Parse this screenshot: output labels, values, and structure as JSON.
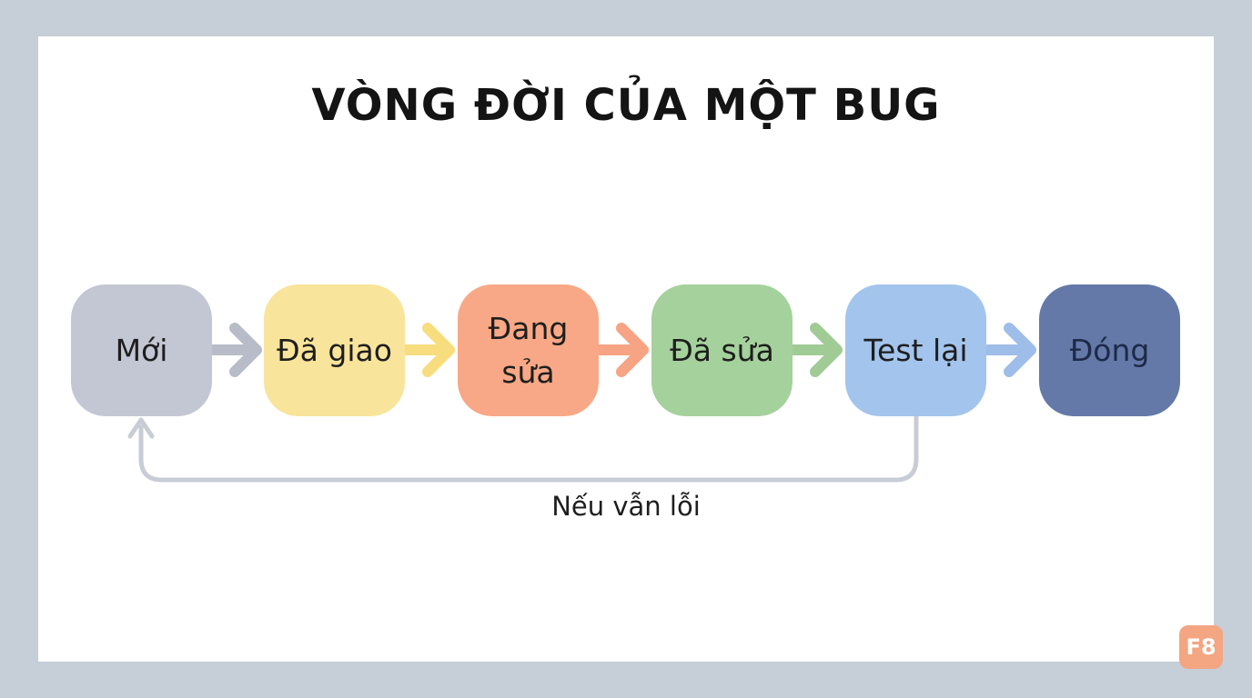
{
  "title": "VÒNG ĐỜI CỦA MỘT BUG",
  "nodes": [
    {
      "label": "Mới",
      "color": "#c3c7d3"
    },
    {
      "label": "Đã giao",
      "color": "#f9e49b"
    },
    {
      "label": "Đang sửa",
      "color": "#f8a886"
    },
    {
      "label": "Đã sửa",
      "color": "#a5d19c"
    },
    {
      "label": "Test lại",
      "color": "#a3c4ec"
    },
    {
      "label": "Đóng",
      "color": "#6479a8"
    }
  ],
  "arrow_colors": [
    "#b7bcc8",
    "#f7dd7d",
    "#f6a483",
    "#a0cb95",
    "#9ebde9"
  ],
  "loop": {
    "label": "Nếu vẫn lỗi",
    "color": "#c8ccd4"
  },
  "badge": {
    "label": "F8",
    "color": "#f4a582"
  }
}
